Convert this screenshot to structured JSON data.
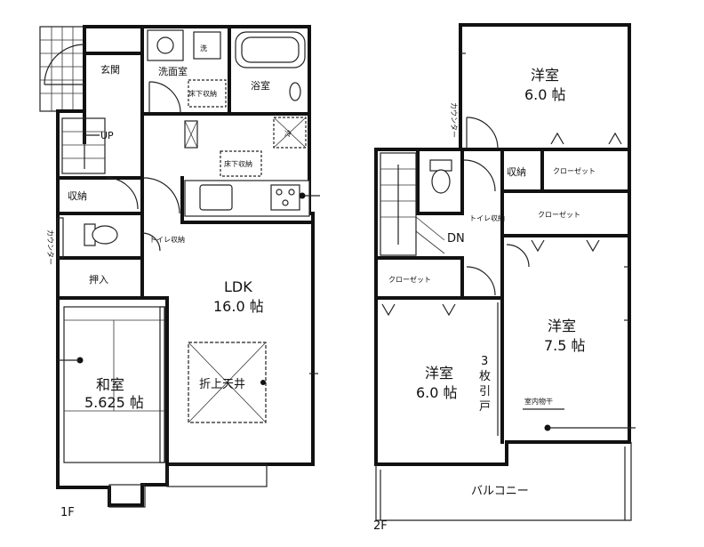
{
  "floor1": {
    "label": "1F",
    "rooms": {
      "genkan": "玄関",
      "senmenjo": "洗面室",
      "sen": "洗",
      "yokushitsu": "浴室",
      "rei": "冷",
      "yukashita_senmen": "床下収納",
      "yukashita_kitchen": "床下収納",
      "up": "UP",
      "shuno": "収納",
      "counter": "カウンター",
      "toilet_shuno": "トイレ収納",
      "oshiire": "押入",
      "ldk_name": "LDK",
      "ldk_size": "16.0 帖",
      "washitsu_name": "和室",
      "washitsu_size": "5.625 帖",
      "oriage": "折上天井"
    }
  },
  "floor2": {
    "label": "2F",
    "rooms": {
      "yoshitsu_top_name": "洋室",
      "yoshitsu_top_size": "6.0 帖",
      "counter": "カウンター",
      "shuno": "収納",
      "closet_a": "クローゼット",
      "closet_b": "クローゼット",
      "closet_c": "クローゼット",
      "toilet_shuno": "トイレ収納",
      "dn": "DN",
      "yoshitsu_right_name": "洋室",
      "yoshitsu_right_size": "7.5 帖",
      "yoshitsu_left_name": "洋室",
      "yoshitsu_left_size": "6.0 帖",
      "hikido_1": "3",
      "hikido_2": "枚",
      "hikido_3": "引",
      "hikido_4": "戸",
      "shitsunai_monohoshi": "室内物干",
      "balcony": "バルコニー"
    }
  }
}
